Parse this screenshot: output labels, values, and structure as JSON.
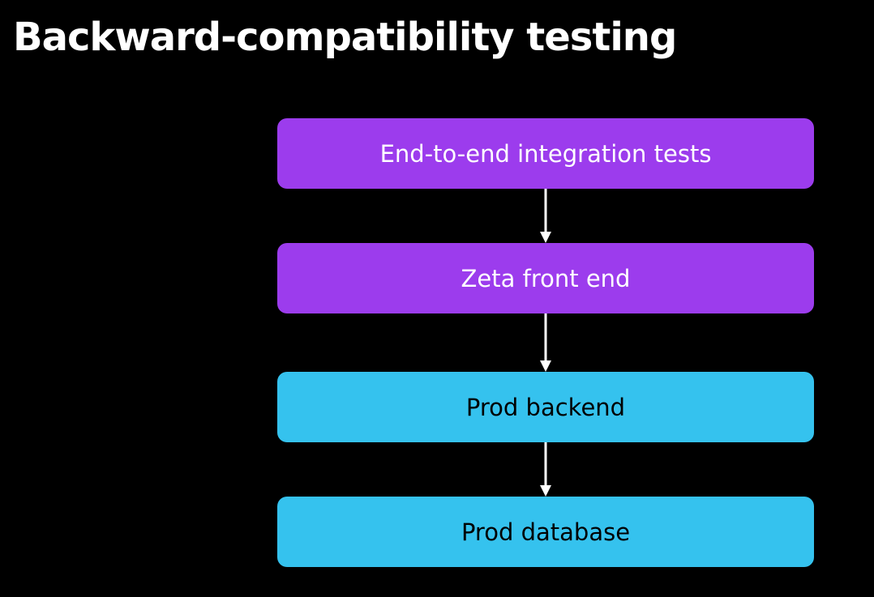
{
  "title": "Backward-compatibility testing",
  "flow": {
    "nodes": [
      {
        "label": "End-to-end integration tests",
        "color": "#9c3ced"
      },
      {
        "label": "Zeta front end",
        "color": "#9c3ced"
      },
      {
        "label": "Prod backend",
        "color": "#35c2ee"
      },
      {
        "label": "Prod database",
        "color": "#35c2ee"
      }
    ],
    "edges": [
      {
        "from": 0,
        "to": 1
      },
      {
        "from": 1,
        "to": 2
      },
      {
        "from": 2,
        "to": 3
      }
    ]
  },
  "colors": {
    "background": "#000000",
    "title": "#ffffff",
    "arrow": "#ffffff"
  }
}
